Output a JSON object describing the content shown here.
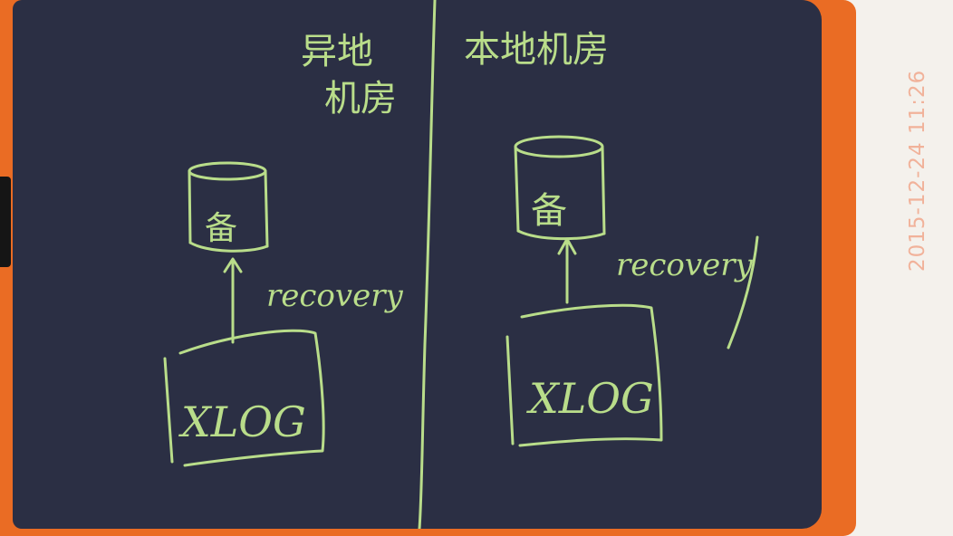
{
  "photo": {
    "timestamp": "2015-12-24 11:26"
  },
  "board": {
    "left_panel": {
      "heading_line1": "异地",
      "heading_line2": "机房",
      "recovery_label": "recovery",
      "xlog_label": "XLOG",
      "db_label": "备"
    },
    "right_panel": {
      "heading": "本地机房",
      "recovery_label": "recovery",
      "xlog_label": "XLOG",
      "db_label": "备"
    }
  },
  "colors": {
    "frame": "#ea6c24",
    "board": "#2b2f44",
    "chalk": "#b9dd8a",
    "timestamp": "#f1b29a"
  }
}
